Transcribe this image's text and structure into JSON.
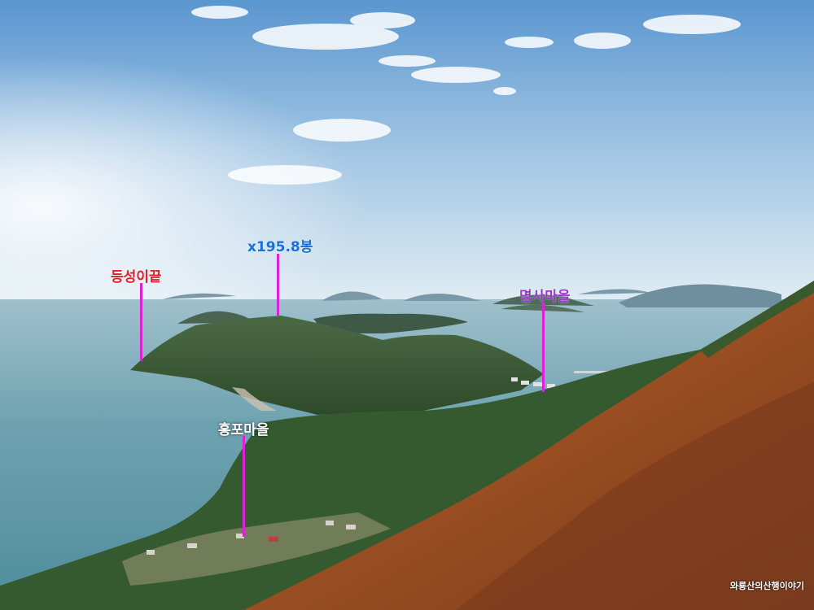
{
  "colors": {
    "sky_top": "#5f9bd0",
    "sky_bottom": "#dcebf4",
    "sea": "#5e98a6",
    "peninsula": "#3e5a3c",
    "slope_autumn": "#8a4a22",
    "pin": "#e020d8"
  },
  "labels": {
    "cape": {
      "text": "등성이끝",
      "color": "#e0202a"
    },
    "peak": {
      "text": "x195.8봉",
      "color": "#1a6fd8"
    },
    "myeongsa": {
      "text": "명사마을",
      "color": "#9a3ad0"
    },
    "hongpo": {
      "text": "홍포마을",
      "color": "#ffffff"
    }
  },
  "watermark": "와룡산의산행이야기"
}
